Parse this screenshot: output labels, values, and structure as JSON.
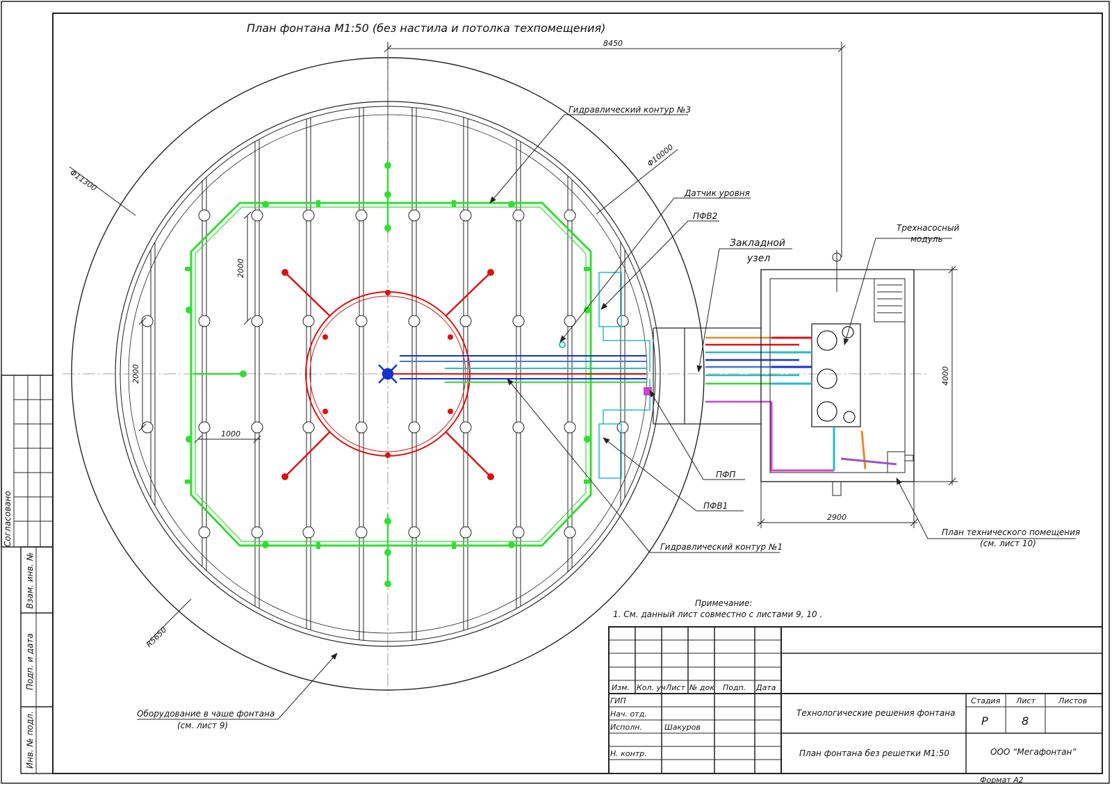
{
  "title": "План фонтана М1:50 (без настила и потолка техпомещения)",
  "dimensions": {
    "top_width": "8450",
    "outer_diameter": "Φ11300",
    "inner_diameter": "Φ10000",
    "radius": "R5650",
    "grid_y": "2000",
    "grid_y_left": "2000",
    "grid_x": "1000",
    "room_width": "2900",
    "room_height": "4000"
  },
  "callouts": {
    "hydraulic_contour_3": "Гидравлический контур №3",
    "level_sensor": "Датчик уровня",
    "pfv2": "ПФВ2",
    "embedded_node_1": "Закладной",
    "embedded_node_2": "узел",
    "three_pump_1": "Трехнасосный",
    "three_pump_2": "модуль",
    "pfp": "ПФП",
    "pfv1": "ПФВ1",
    "hydraulic_contour_1": "Гидравлический контур №1",
    "tech_room_1": "План технического помещения",
    "tech_room_2": "(см. лист 10)",
    "bowl_equipment_1": "Оборудование в чаше фонтана",
    "bowl_equipment_2": "(см. лист 9)"
  },
  "note": {
    "heading": "Примечание:",
    "line1": "1. См. данный лист совместно с листами 9, 10 ."
  },
  "side_stamp": {
    "agreed": "Согласовано",
    "ref_inv": "Взам. инв. №",
    "sign_date": "Подп. и дата",
    "inv_orig": "Инв. № подл."
  },
  "title_block": {
    "headers": [
      "Изм.",
      "Кол. уч",
      "Лист",
      "№ док",
      "Подп.",
      "Дата"
    ],
    "roles": [
      "ГИП",
      "Нач. отд.",
      "Исполн.",
      "",
      "Н. контр."
    ],
    "executor": "Шакуров",
    "project": "Технологические решения фонтана",
    "sheet_title": "План фонтана без решетки М1:50",
    "stage_label": "Стадия",
    "sheet_label": "Лист",
    "sheets_label": "Листов",
    "stage_value": "Р",
    "sheet_value": "8",
    "sheets_value": "",
    "company": "ООО “Мегафонтан”",
    "format": "Формат   А2"
  },
  "colors": {
    "contour3": "#33dd33",
    "contour_red": "#dd1111",
    "blue": "#1133cc",
    "cyan": "#22bbcc",
    "magenta": "#cc44cc",
    "orange": "#ee8822",
    "linework": "#222222"
  }
}
